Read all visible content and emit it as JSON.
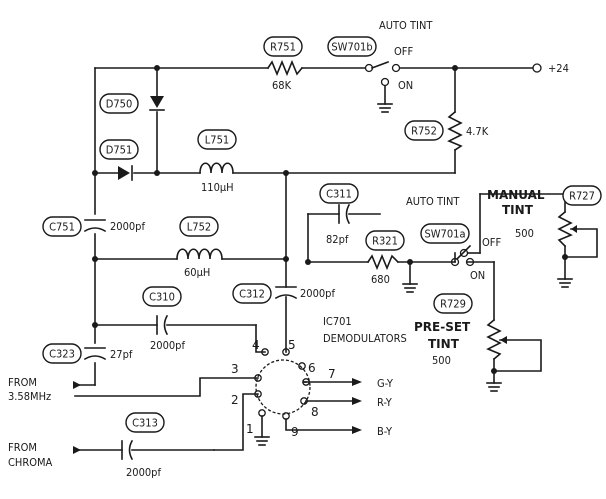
{
  "components": {
    "R751": {
      "ref": "R751",
      "value": "68K"
    },
    "SW701b": {
      "ref": "SW701b",
      "title": "AUTO TINT",
      "off": "OFF",
      "on": "ON"
    },
    "supply": {
      "label": "+24"
    },
    "D750": {
      "ref": "D750"
    },
    "D751": {
      "ref": "D751"
    },
    "L751": {
      "ref": "L751",
      "value": "110μH"
    },
    "R752": {
      "ref": "R752",
      "value": "4.7K"
    },
    "C751": {
      "ref": "C751",
      "value": "2000pf"
    },
    "L752": {
      "ref": "L752",
      "value": "60μH"
    },
    "C311": {
      "ref": "C311",
      "value": "82pf"
    },
    "R321": {
      "ref": "R321",
      "value": "680"
    },
    "SW701a": {
      "ref": "SW701a",
      "title": "AUTO TINT",
      "off": "OFF",
      "on": "ON"
    },
    "R727": {
      "ref": "R727",
      "title_line1": "MANUAL",
      "title_line2": "TINT",
      "value": "500"
    },
    "R729": {
      "ref": "R729",
      "title_line1": "PRE-SET",
      "title_line2": "TINT",
      "value": "500"
    },
    "C310": {
      "ref": "C310",
      "value": "2000pf"
    },
    "C312": {
      "ref": "C312",
      "value": "2000pf"
    },
    "C323": {
      "ref": "C323",
      "value": "27pf"
    },
    "C313": {
      "ref": "C313",
      "value": "2000pf"
    },
    "IC701": {
      "ref": "IC701",
      "name": "DEMODULATORS"
    }
  },
  "ic_pins": {
    "p1": "1",
    "p2": "2",
    "p3": "3",
    "p4": "4",
    "p5": "5",
    "p6": "6",
    "p7": "7",
    "p8": "8",
    "p9": "9"
  },
  "inputs": {
    "from_358": {
      "line1": "FROM",
      "line2": "3.58MHz"
    },
    "from_chroma": {
      "line1": "FROM",
      "line2": "CHROMA"
    }
  },
  "outputs": {
    "gy": "G-Y",
    "ry": "R-Y",
    "by": "B-Y"
  }
}
